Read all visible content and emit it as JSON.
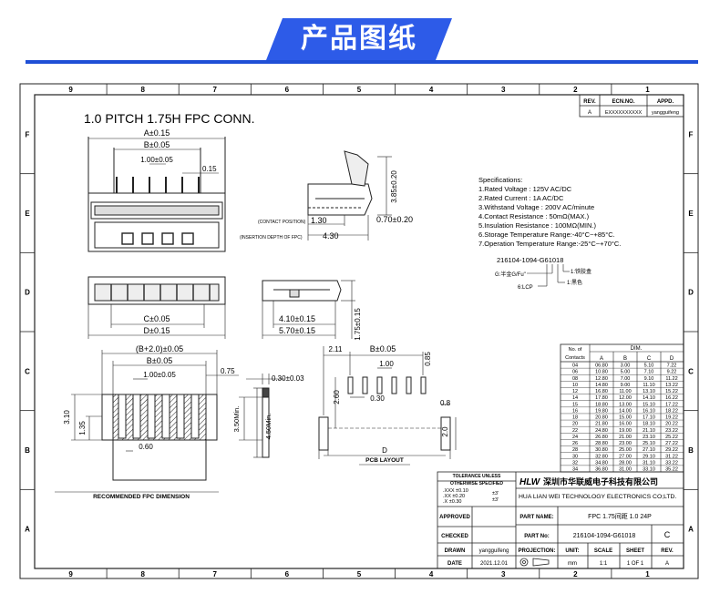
{
  "header": {
    "title": "产品图纸"
  },
  "frame": {
    "col_labels": [
      "9",
      "8",
      "7",
      "6",
      "5",
      "4",
      "3",
      "2",
      "1"
    ],
    "row_labels": [
      "F",
      "E",
      "D",
      "C",
      "B",
      "A"
    ]
  },
  "revision": {
    "headers": [
      "REV.",
      "ECN.NO.",
      "APPD."
    ],
    "values": [
      "A",
      "EXXXXXXXXXX",
      "yangguifeng"
    ]
  },
  "drawing_title": "1.0 PITCH 1.75H  FPC CONN.",
  "dims_top": {
    "a": "A±0.15",
    "b": "B±0.05",
    "pitch": "1.00±0.05",
    "pin": "0.15"
  },
  "dims_side": {
    "h": "3.85±0.20",
    "contact_label": "(CONTACT POSITION)",
    "contact_val": "1.30",
    "thick": "0.70±0.20",
    "insert_label": "(INSERTION DEPTH OF FPC)",
    "insert_val": "4.30"
  },
  "dims_bottom": {
    "c": "C±0.05",
    "d": "D±0.15"
  },
  "dims_side2": {
    "w1": "4.10±0.15",
    "w2": "5.70±0.15",
    "h": "1.75±0.15"
  },
  "specs": {
    "title": "Specifications:",
    "lines": [
      "1.Rated Voltage : 125V AC/DC",
      "2.Rated Current : 1A AC/DC",
      "3.Withstand Voltage : 200V AC/minute",
      "4.Contact Resistance : 50mΩ(MAX.)",
      "5.Insulation Resistance : 100MΩ(MIN.)",
      "6.Storage Temperature Range:-40°C~+85°C.",
      "7.Operation Temperature Range:-25°C~+70°C."
    ]
  },
  "partcode": {
    "code": "216104-1094-G61018",
    "n1": "1:铁胶盒",
    "n2": "1:黑色",
    "g": "G:半金G/Fu\"",
    "lcp": "6:LCP"
  },
  "dim_table": {
    "head1": "No. of",
    "head2": "Contacts",
    "dim": "DIM.",
    "cols": [
      "A",
      "B",
      "C",
      "D"
    ],
    "rows": [
      [
        "04",
        "06.80",
        "3.00",
        "5.10",
        "7.22"
      ],
      [
        "06",
        "10.80",
        "5.00",
        "7.10",
        "9.22"
      ],
      [
        "08",
        "12.80",
        "7.00",
        "9.10",
        "11.22"
      ],
      [
        "10",
        "14.80",
        "9.00",
        "11.10",
        "13.22"
      ],
      [
        "12",
        "16.80",
        "11.00",
        "13.10",
        "15.22"
      ],
      [
        "14",
        "17.80",
        "12.00",
        "14.10",
        "16.22"
      ],
      [
        "15",
        "18.80",
        "13.00",
        "15.10",
        "17.22"
      ],
      [
        "16",
        "19.80",
        "14.00",
        "16.10",
        "18.22"
      ],
      [
        "18",
        "20.80",
        "15.00",
        "17.10",
        "19.22"
      ],
      [
        "20",
        "21.80",
        "16.00",
        "18.10",
        "20.22"
      ],
      [
        "22",
        "24.80",
        "19.00",
        "21.10",
        "23.22"
      ],
      [
        "24",
        "26.80",
        "21.00",
        "23.10",
        "25.22"
      ],
      [
        "26",
        "28.80",
        "23.00",
        "25.10",
        "27.22"
      ],
      [
        "28",
        "30.80",
        "25.00",
        "27.10",
        "29.22"
      ],
      [
        "30",
        "32.80",
        "27.00",
        "29.10",
        "31.22"
      ],
      [
        "32",
        "34.80",
        "28.00",
        "31.10",
        "33.22"
      ],
      [
        "34",
        "36.80",
        "31.00",
        "33.10",
        "35.22"
      ]
    ]
  },
  "fpc": {
    "b2": "(B+2.0)±0.05",
    "b": "B±0.05",
    "pitch": "1.00±0.05",
    "w": "0.75",
    "h1": "3.10",
    "h2": "1.35",
    "p": "0.60",
    "label": "RECOMMENDED FPC DIMENSION"
  },
  "fpc_side": {
    "t": "0.30±0.03",
    "h1": "3.50Min.",
    "h2": "4.50Min."
  },
  "pcb": {
    "e": "2.11",
    "b": "B±0.05",
    "pitch": "1.00",
    "w": "0.85",
    "h": "2.60",
    "pw": "0.30",
    "pad": "0.8",
    "ph": "2.0",
    "d": "D",
    "label": "PCB LAYOUT"
  },
  "title_block": {
    "tolerance_title": "TOLERANCE UNLESS",
    "tolerance_sub": "OTHERWISE SPECIFIED",
    "tol_lines": [
      ".XXX ±0.10",
      ".XX  ±0.20",
      ".X   ±0.30"
    ],
    "tol_angle": [
      "±3'",
      "±3'"
    ],
    "company_logo": "HLW",
    "company_cn": "深圳市华联威电子科技有限公司",
    "company_en": "HUA LIAN WEI TECHNOLOGY ELECTRONICS CO;LTD.",
    "approved": "APPROVED",
    "checked": "CHECKED",
    "drawn": "DRAWN",
    "drawn_val": "yangguifeng",
    "date": "DATE",
    "date_val": "2021.12.01",
    "part_name_label": "PART NAME:",
    "part_name": "FPC 1.75间距 1.0 24P",
    "part_no_label": "PART No:",
    "part_no": "216104-1094-G61018",
    "size_code": "C",
    "projection": "PROJECTION:",
    "unit": "UNIT:",
    "unit_val": "mm",
    "scale": "SCALE",
    "scale_val": "1:1",
    "sheet": "SHEET",
    "sheet_val": "1 OF 1",
    "rev": "REV.",
    "rev_val": "A"
  }
}
